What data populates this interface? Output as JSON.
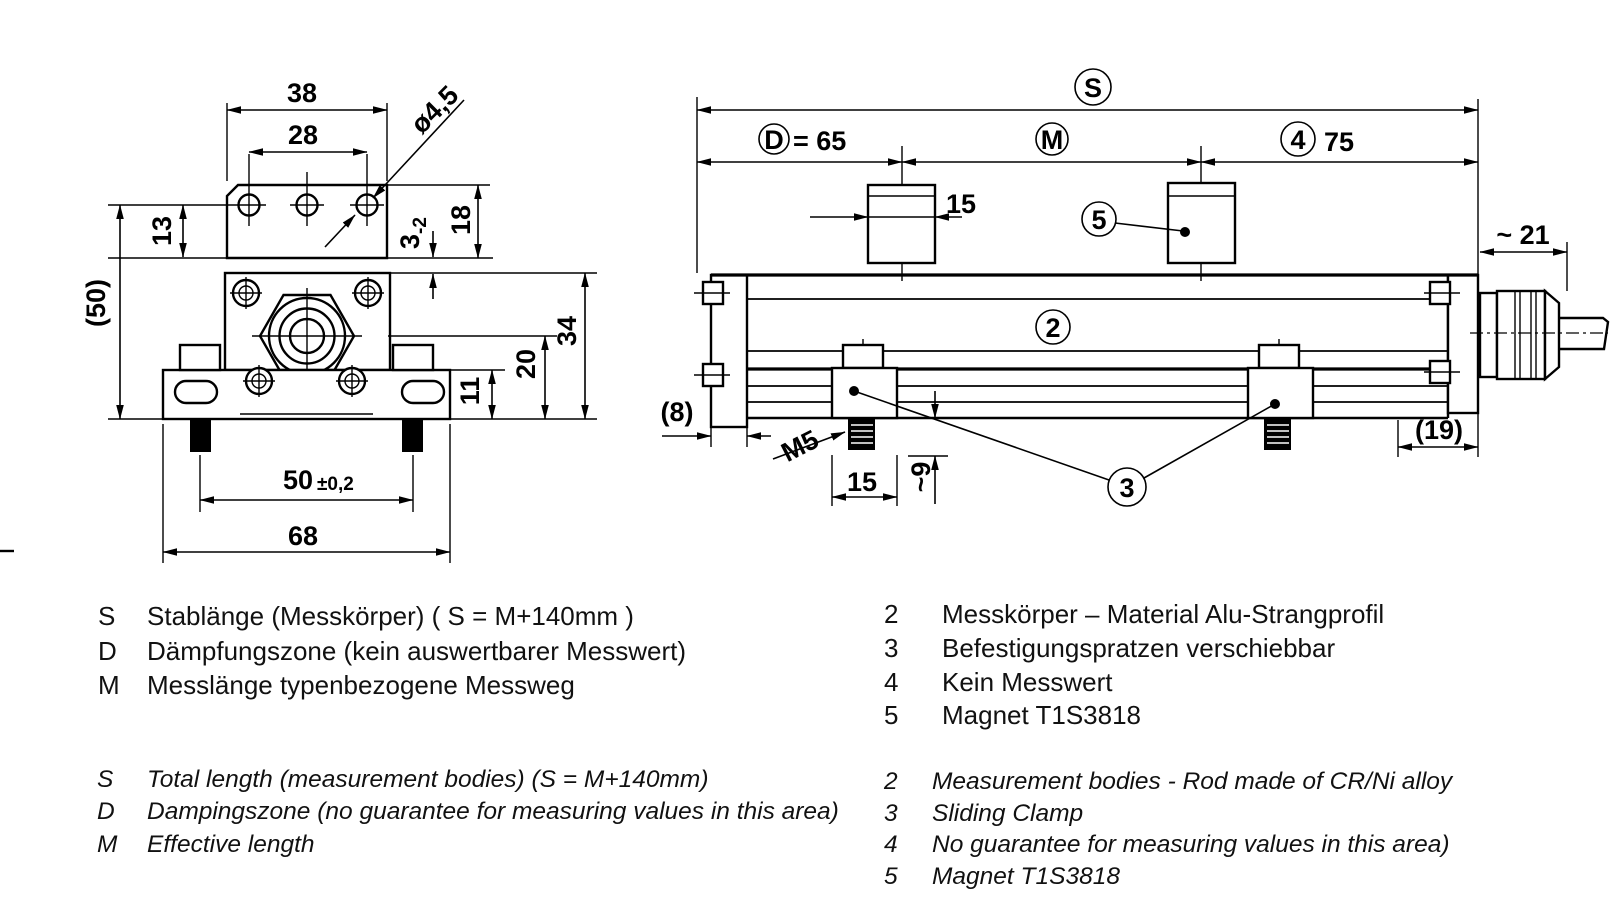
{
  "front_view": {
    "dim_38": "38",
    "dim_28": "28",
    "dim_dia": "ø4,5",
    "dim_13": "13",
    "dim_50_ref": "(50)",
    "dim_3": "3",
    "dim_3_tol": "-2",
    "dim_18": "18",
    "dim_34": "34",
    "dim_20": "20",
    "dim_11": "11",
    "dim_50": "50",
    "dim_50_tol": "±0,2",
    "dim_68": "68"
  },
  "side_view": {
    "label_s": "S",
    "label_d": "D",
    "d_value": "= 65",
    "label_m": "M",
    "label_4": "4",
    "dim_75": "75",
    "dim_21": "~ 21",
    "dim_15_magnet": "15",
    "label_5": "5",
    "label_2": "2",
    "label_3": "3",
    "dim_8": "(8)",
    "thread": "M5",
    "dim_15_clamp": "15",
    "dim_9": "~9",
    "dim_19": "(19)"
  },
  "legend": {
    "german_left": [
      {
        "key": "S",
        "text": "Stablänge (Messkörper) ( S = M+140mm )"
      },
      {
        "key": "D",
        "text": "Dämpfungszone (kein auswertbarer Messwert)"
      },
      {
        "key": "M",
        "text": "Messlänge typenbezogene Messweg"
      }
    ],
    "german_right": [
      {
        "key": "2",
        "text": "Messkörper – Material Alu-Strangprofil"
      },
      {
        "key": "3",
        "text": "Befestigungspratzen verschiebbar"
      },
      {
        "key": "4",
        "text": "Kein Messwert"
      },
      {
        "key": "5",
        "text": "Magnet T1S3818"
      }
    ],
    "english_left": [
      {
        "key": "S",
        "text": "Total length (measurement bodies) (S = M+140mm)"
      },
      {
        "key": "D",
        "text": "Dampingszone (no guarantee for measuring values in this area)"
      },
      {
        "key": "M",
        "text": "Effective length"
      }
    ],
    "english_right": [
      {
        "key": "2",
        "text": "Measurement bodies - Rod made of CR/Ni alloy"
      },
      {
        "key": "3",
        "text": "Sliding Clamp"
      },
      {
        "key": "4",
        "text": "No guarantee for measuring values in this area)"
      },
      {
        "key": "5",
        "text": "Magnet T1S3818"
      }
    ]
  }
}
